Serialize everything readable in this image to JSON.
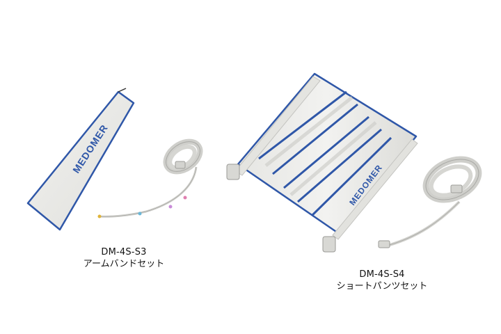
{
  "colors": {
    "background": "#ffffff",
    "sleeve_fabric": "#ebebe8",
    "sleeve_edge": "#2f57a8",
    "hose": "#c9c9c6",
    "logo": "#2f57a8"
  },
  "products": [
    {
      "code": "DM-4S-S3",
      "name": "アームバンドセット",
      "logo_text": "MEDOMER"
    },
    {
      "code": "DM-4S-S4",
      "name": "ショートパンツセット",
      "logo_text": "MEDOMER"
    }
  ]
}
